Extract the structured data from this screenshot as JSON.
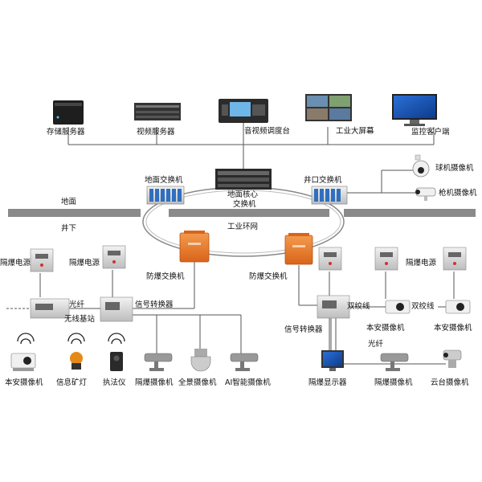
{
  "top_devices": {
    "storage_server": "存储服务器",
    "video_server": "视频服务器",
    "av_dispatch": "音视频调度台",
    "big_screen": "工业大屏幕",
    "monitor_client": "监控客户端"
  },
  "switches": {
    "ground_switch": "地面交换机",
    "core_switch_line1": "地面核心",
    "core_switch_line2": "交换机",
    "shaft_switch": "井口交换机"
  },
  "cameras_surface": {
    "dome": "球机摄像机",
    "bullet": "枪机摄像机"
  },
  "zones": {
    "surface": "地面",
    "underground": "井下",
    "ring": "工业环网"
  },
  "left_branch": {
    "psu_1": "隔爆电源",
    "psu_2": "隔爆电源",
    "fiber": "光纤",
    "wireless_station": "无线基站",
    "signal_converter": "信号转换器",
    "explosion_switch": "防爆交换机",
    "intrinsic_camera": "本安摄像机",
    "info_lamp": "信息矿灯",
    "law_recorder": "执法仪",
    "explosion_camera": "隔爆摄像机",
    "panorama_camera": "全景摄像机",
    "ai_camera": "AI智能摄像机"
  },
  "right_branch": {
    "explosion_switch": "防爆交换机",
    "psu_1": "隔爆电源",
    "twisted_pair_1": "双绞线",
    "twisted_pair_2": "双绞线",
    "signal_converter": "信号转换器",
    "intrinsic_camera_1": "本安摄像机",
    "intrinsic_camera_2": "本安摄像机",
    "fiber": "光纤",
    "display": "隔爆显示器",
    "explosion_camera": "隔爆摄像机",
    "ptz_camera": "云台摄像机"
  },
  "colors": {
    "explosion_switch": "#e8782a",
    "ground_band": "#8a8a8a",
    "line": "#555555"
  }
}
